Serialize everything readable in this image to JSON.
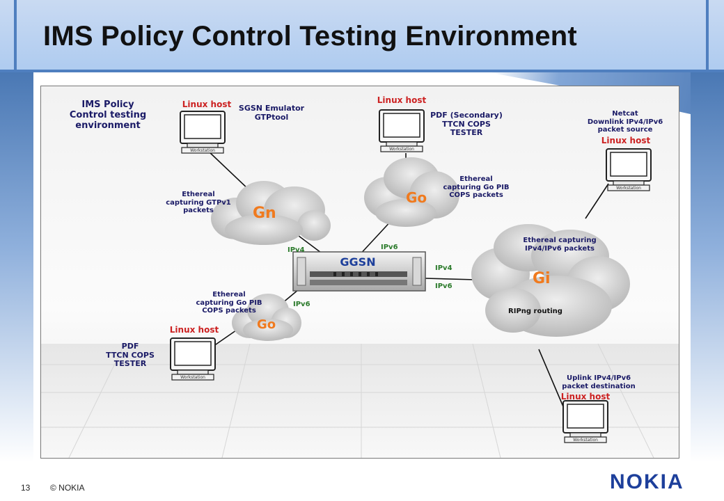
{
  "slide": {
    "title": "IMS Policy Control Testing Environment",
    "page_number": "13",
    "copyright": "© NOKIA",
    "logo_text": "NOKIA"
  },
  "diagram": {
    "heading": "IMS Policy\nControl testing\nenvironment",
    "hosts": {
      "sgsn": {
        "title": "Linux host",
        "desc": "SGSN Emulator\nGTPtool",
        "caption": "Workstation"
      },
      "pdf_secondary": {
        "title": "Linux host",
        "desc": "PDF (Secondary)\nTTCN COPS\nTESTER",
        "caption": "Workstation"
      },
      "netcat": {
        "title": "Linux host",
        "desc": "Netcat\nDownlink IPv4/IPv6\npacket source",
        "caption": "Workstation"
      },
      "pdf": {
        "title": "Linux host",
        "desc": "PDF\nTTCN COPS\nTESTER",
        "caption": "Workstation"
      },
      "uplink": {
        "title": "Linux host",
        "desc": "Uplink IPv4/IPv6\npacket destination",
        "caption": "Workstation"
      }
    },
    "clouds": {
      "gn": {
        "name": "Gn",
        "note": "Ethereal\ncapturing GTPv1\npackets"
      },
      "go_top": {
        "name": "Go",
        "note": "Ethereal\ncapturing Go PIB\nCOPS  packets"
      },
      "gi": {
        "name": "Gi",
        "note": "Ethereal capturing\nIPv4/IPv6  packets",
        "routing": "RIPng routing"
      },
      "go_bottom": {
        "name": "Go",
        "note": "Ethereal\ncapturing Go PIB\nCOPS  packets"
      }
    },
    "node": {
      "name": "GGSN"
    },
    "links": {
      "gn_ggsn": "IPv4",
      "go_top_ggsn": "IPv6",
      "gi_ipv4": "IPv4",
      "gi_ipv6": "IPv6",
      "go_bottom_ggsn": "IPv6"
    }
  },
  "colors": {
    "title_band": "#aecbf0",
    "accent_blue": "#4f7fbf",
    "host_red": "#cc2222",
    "label_navy": "#1a1a66",
    "cloud_orange": "#f07a1e",
    "ip_green": "#2a7a2a",
    "nokia_blue": "#1d3f9b"
  }
}
